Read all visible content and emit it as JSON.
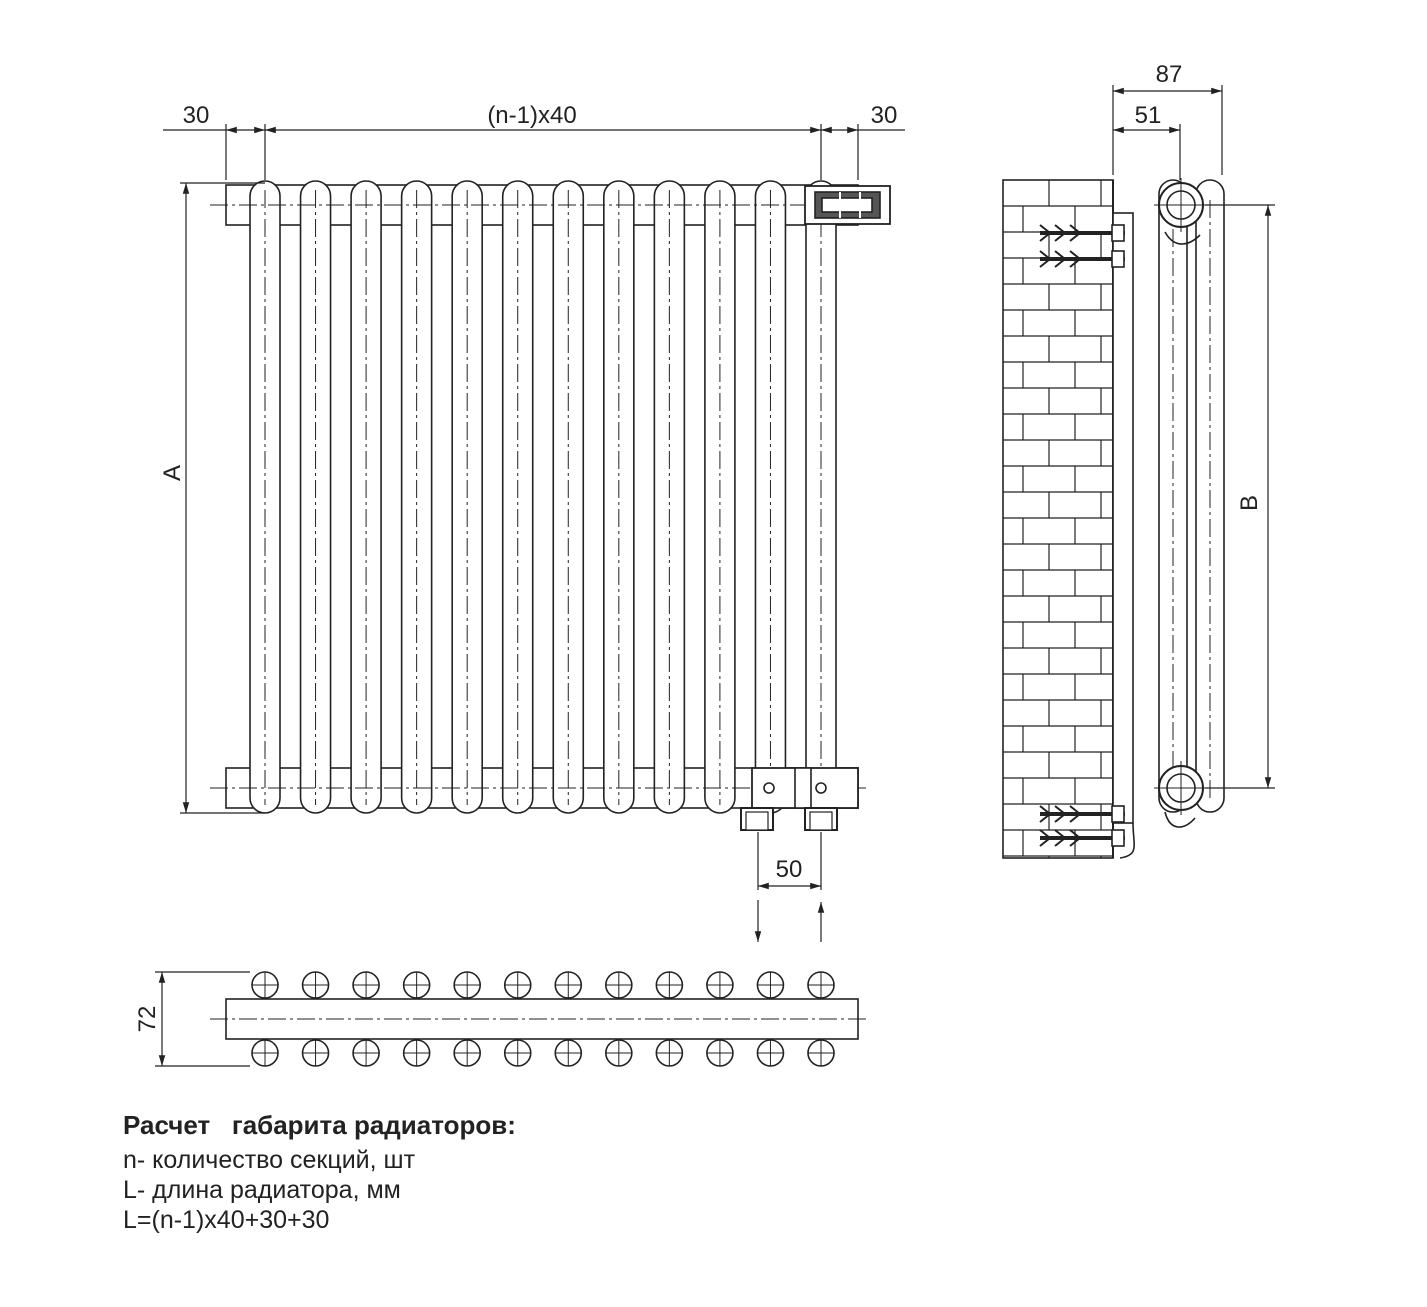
{
  "dimensions": {
    "left_offset": "30",
    "pitch_formula": "(n-1)x40",
    "right_offset": "30",
    "height_label": "A",
    "depth_total": "87",
    "depth_wall": "51",
    "axis_label": "B",
    "connection_spacing": "50",
    "width_top_view": "72"
  },
  "drawing": {
    "sections": 12
  },
  "caption": {
    "title": "Расчет   габарита радиаторов:",
    "line1": "n- количество секций, шт",
    "line2": "L- длина радиатора, мм",
    "line3": "L=(n-1)x40+30+30"
  },
  "colors": {
    "stroke": "#222222",
    "background": "#ffffff"
  }
}
